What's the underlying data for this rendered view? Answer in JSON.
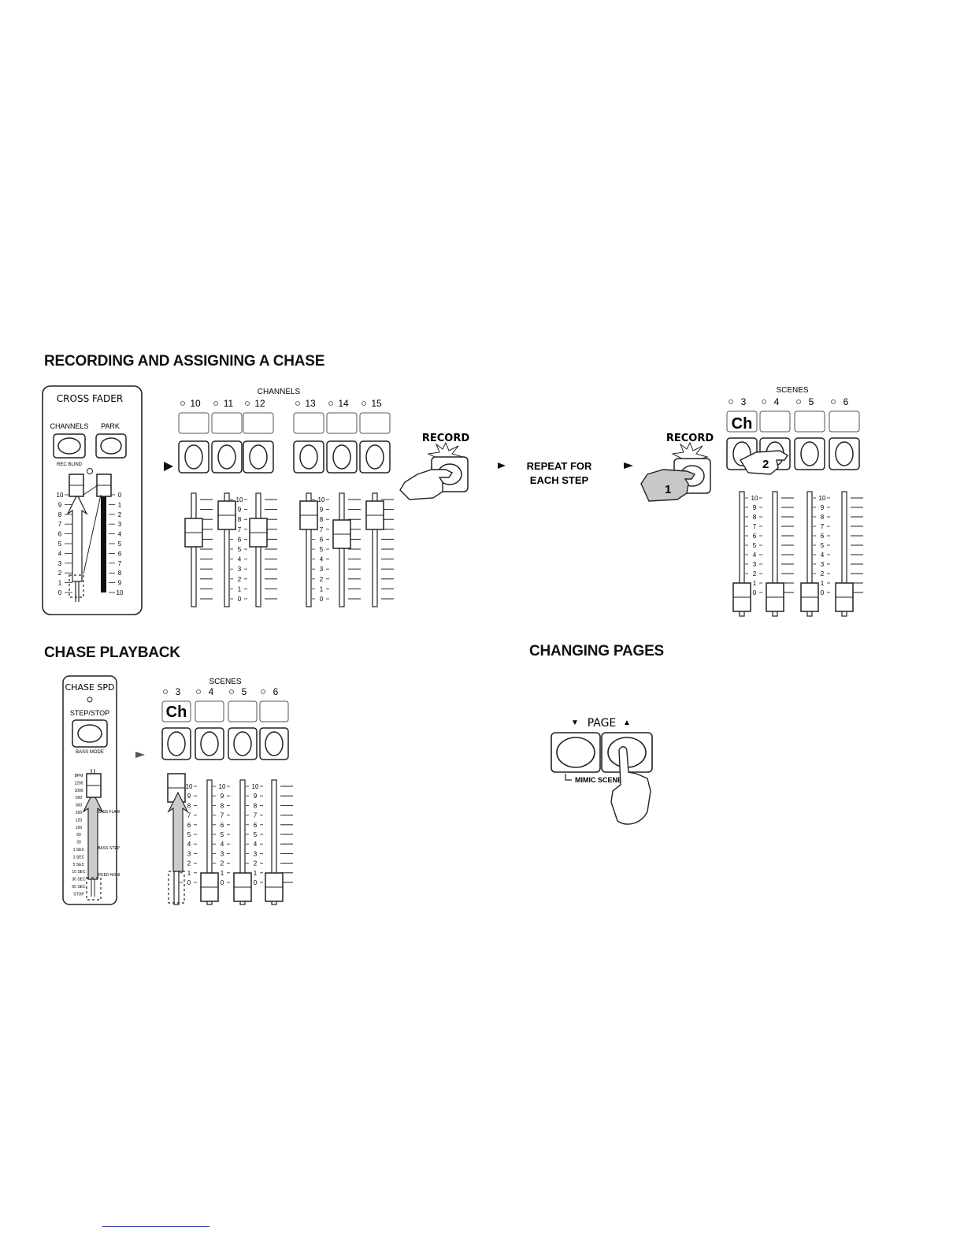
{
  "sections": {
    "recording_title": "RECORDING AND ASSIGNING A CHASE",
    "playback_title": "CHASE PLAYBACK",
    "pages_title": "CHANGING PAGES"
  },
  "cross_fader": {
    "title": "CROSS FADER",
    "channels_label": "CHANNELS",
    "park_label": "PARK",
    "rec_blind_label": "REC BLIND",
    "left_scale": [
      "10",
      "9",
      "8",
      "7",
      "6",
      "5",
      "4",
      "3",
      "2",
      "1",
      "0"
    ],
    "right_scale": [
      "0",
      "1",
      "2",
      "3",
      "4",
      "5",
      "6",
      "7",
      "8",
      "9",
      "10"
    ]
  },
  "channels": {
    "group_label": "CHANNELS",
    "numbers": [
      "10",
      "11",
      "12",
      "13",
      "14",
      "15"
    ],
    "scale": [
      "10",
      "9",
      "8",
      "7",
      "6",
      "5",
      "4",
      "3",
      "2",
      "1",
      "0"
    ]
  },
  "record": {
    "label_1": "RECORD",
    "label_2": "RECORD",
    "repeat_line1": "REPEAT FOR",
    "repeat_line2": "EACH STEP",
    "step1": "1",
    "step2": "2"
  },
  "scenes_top": {
    "group_label": "SCENES",
    "numbers": [
      "3",
      "4",
      "5",
      "6"
    ],
    "ch_label": "Ch",
    "scale": [
      "10",
      "9",
      "8",
      "7",
      "6",
      "5",
      "4",
      "3",
      "2",
      "1",
      "0"
    ]
  },
  "chase_speed": {
    "title": "CHASE SPD",
    "step_stop_label": "STEP/STOP",
    "bass_mode_label": "BASS MODE",
    "speed_scale": [
      "BPM",
      "1200",
      "1000",
      "600",
      "300",
      "200",
      "120",
      "100",
      "60",
      "30",
      "1 SEC",
      "3 SEC",
      "5 SEC",
      "10 SEC",
      "30 SEC",
      "60 SEC",
      "STOP"
    ],
    "side_labels": [
      "BASS FLAW",
      "BASS STEP",
      "SPEED NONE"
    ]
  },
  "scenes_bottom": {
    "group_label": "SCENES",
    "numbers": [
      "3",
      "4",
      "5",
      "6"
    ],
    "ch_label": "Ch",
    "scale": [
      "10",
      "9",
      "8",
      "7",
      "6",
      "5",
      "4",
      "3",
      "2",
      "1",
      "0"
    ]
  },
  "page_control": {
    "label": "PAGE",
    "down_arrow": "▼",
    "up_arrow": "▲",
    "mimic_label": "MIMIC SCENE"
  }
}
